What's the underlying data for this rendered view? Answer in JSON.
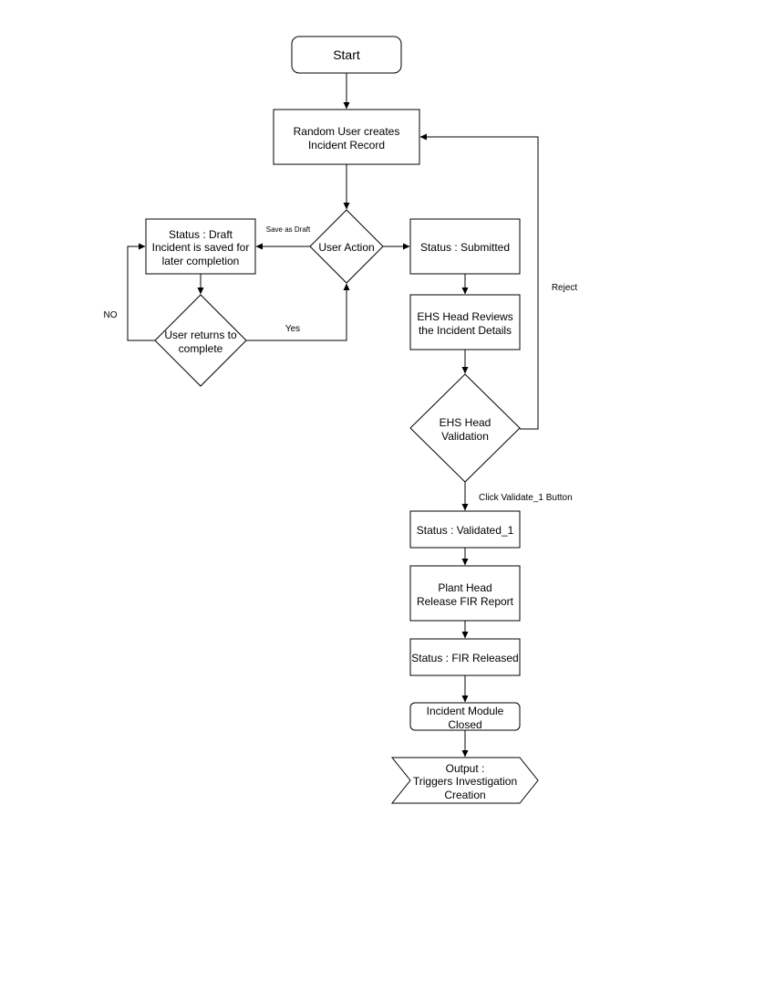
{
  "nodes": {
    "start": [
      "Start"
    ],
    "create_record": [
      "Random User creates",
      "Incident Record"
    ],
    "user_action": [
      "User Action"
    ],
    "draft": [
      "Status : Draft",
      "Incident is saved for",
      "later completion"
    ],
    "user_returns": [
      "User returns to",
      "complete"
    ],
    "submitted": [
      "Status : Submitted"
    ],
    "ehs_reviews": [
      "EHS Head Reviews",
      "the Incident Details"
    ],
    "ehs_validation": [
      "EHS Head",
      "Validation"
    ],
    "validated": [
      "Status : Validated_1"
    ],
    "plant_head": [
      "Plant Head",
      "Release FIR Report"
    ],
    "fir_released": [
      "Status : FIR Released"
    ],
    "module_closed": [
      "Incident Module",
      "Closed"
    ],
    "output": [
      "Output :",
      "Triggers Investigation",
      "Creation"
    ]
  },
  "edges": {
    "save_as_draft": "Save as Draft",
    "no": "NO",
    "yes": "Yes",
    "reject": "Reject",
    "click_validate": "Click Validate_1 Button"
  },
  "colors": {
    "stroke": "#000000",
    "fill": "#ffffff"
  }
}
